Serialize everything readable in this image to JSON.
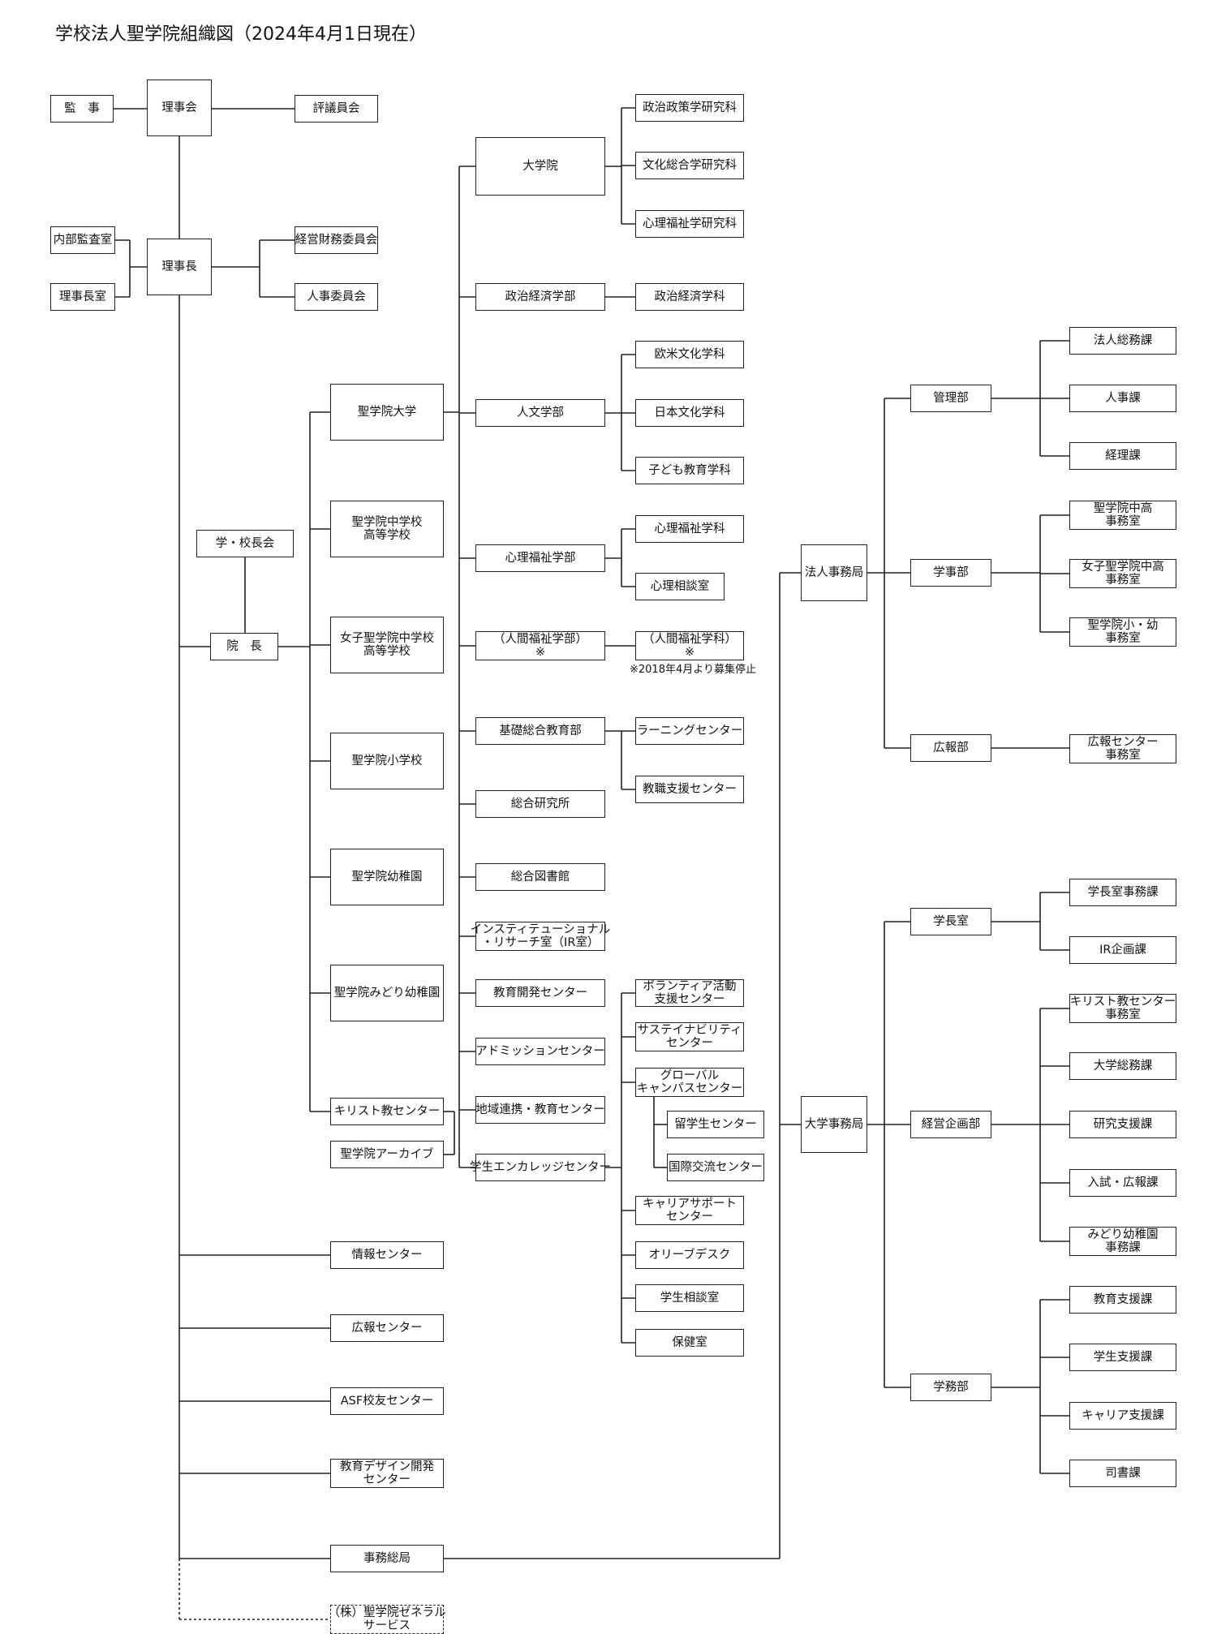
{
  "title": "学校法人聖学院組織図（2024年4月1日現在）",
  "footnote": "※2018年4月より募集停止",
  "nodes": [
    {
      "id": "kanji",
      "lines": [
        "監　事"
      ]
    },
    {
      "id": "rijikai",
      "lines": [
        "理事会"
      ]
    },
    {
      "id": "hyogiinkai",
      "lines": [
        "評議員会"
      ]
    },
    {
      "id": "naibu",
      "lines": [
        "内部監査室"
      ]
    },
    {
      "id": "rijichoshitsu",
      "lines": [
        "理事長室"
      ]
    },
    {
      "id": "rijicho",
      "lines": [
        "理事長"
      ]
    },
    {
      "id": "keiei",
      "lines": [
        "経営財務委員会"
      ]
    },
    {
      "id": "jinji_iinkai",
      "lines": [
        "人事委員会"
      ]
    },
    {
      "id": "gakkochokai",
      "lines": [
        "学・校長会"
      ]
    },
    {
      "id": "incho",
      "lines": [
        "院　長"
      ]
    },
    {
      "id": "univ",
      "lines": [
        "聖学院大学"
      ]
    },
    {
      "id": "chuko",
      "lines": [
        "聖学院中学校",
        "高等学校"
      ]
    },
    {
      "id": "joshi",
      "lines": [
        "女子聖学院中学校",
        "高等学校"
      ]
    },
    {
      "id": "sho",
      "lines": [
        "聖学院小学校"
      ]
    },
    {
      "id": "yochien",
      "lines": [
        "聖学院幼稚園"
      ]
    },
    {
      "id": "midori",
      "lines": [
        "聖学院みどり幼稚園"
      ]
    },
    {
      "id": "kirisuto",
      "lines": [
        "キリスト教センター"
      ]
    },
    {
      "id": "archive",
      "lines": [
        "聖学院アーカイブ"
      ]
    },
    {
      "id": "joho",
      "lines": [
        "情報センター"
      ]
    },
    {
      "id": "koho_c",
      "lines": [
        "広報センター"
      ]
    },
    {
      "id": "asf",
      "lines": [
        "ASF校友センター"
      ]
    },
    {
      "id": "design",
      "lines": [
        "教育デザイン開発",
        "センター"
      ]
    },
    {
      "id": "jimusokyoku",
      "lines": [
        "事務総局"
      ]
    },
    {
      "id": "general",
      "lines": [
        "（株）聖学院ゼネラル",
        "サービス"
      ]
    },
    {
      "id": "daigakuin",
      "lines": [
        "大学院"
      ]
    },
    {
      "id": "seikei",
      "lines": [
        "政治経済学部"
      ]
    },
    {
      "id": "jinbun",
      "lines": [
        "人文学部"
      ]
    },
    {
      "id": "shinri",
      "lines": [
        "心理福祉学部"
      ]
    },
    {
      "id": "ningen",
      "lines": [
        "（人間福祉学部）",
        "※"
      ]
    },
    {
      "id": "kiso",
      "lines": [
        "基礎総合教育部"
      ]
    },
    {
      "id": "sogoken",
      "lines": [
        "総合研究所"
      ]
    },
    {
      "id": "tosho",
      "lines": [
        "総合図書館"
      ]
    },
    {
      "id": "ir",
      "lines": [
        "インスティテューショナル",
        "・リサーチ室（IR室）"
      ]
    },
    {
      "id": "kyoiku_kaihatsu",
      "lines": [
        "教育開発センター"
      ]
    },
    {
      "id": "admission",
      "lines": [
        "アドミッションセンター"
      ]
    },
    {
      "id": "chiiki",
      "lines": [
        "地域連携・教育センター"
      ]
    },
    {
      "id": "engage",
      "lines": [
        "学生エンカレッジセンター"
      ]
    },
    {
      "id": "seiji_kenkyu",
      "lines": [
        "政治政策学研究科"
      ]
    },
    {
      "id": "bunka_kenkyu",
      "lines": [
        "文化総合学研究科"
      ]
    },
    {
      "id": "shinri_kenkyu",
      "lines": [
        "心理福祉学研究科"
      ]
    },
    {
      "id": "seikei_ka",
      "lines": [
        "政治経済学科"
      ]
    },
    {
      "id": "obei",
      "lines": [
        "欧米文化学科"
      ]
    },
    {
      "id": "nihon",
      "lines": [
        "日本文化学科"
      ]
    },
    {
      "id": "kodomo",
      "lines": [
        "子ども教育学科"
      ]
    },
    {
      "id": "shinri_ka",
      "lines": [
        "心理福祉学科"
      ]
    },
    {
      "id": "sodan",
      "lines": [
        "心理相談室"
      ]
    },
    {
      "id": "ningen_ka",
      "lines": [
        "（人間福祉学科）",
        "※"
      ]
    },
    {
      "id": "learning",
      "lines": [
        "ラーニングセンター"
      ]
    },
    {
      "id": "kyoshoku",
      "lines": [
        "教職支援センター"
      ]
    },
    {
      "id": "volunteer",
      "lines": [
        "ボランティア活動",
        "支援センター"
      ]
    },
    {
      "id": "sustain",
      "lines": [
        "サステイナビリティ",
        "センター"
      ]
    },
    {
      "id": "global",
      "lines": [
        "グローバル",
        "キャンパスセンター"
      ]
    },
    {
      "id": "ryugaku",
      "lines": [
        "留学生センター"
      ]
    },
    {
      "id": "kokusai",
      "lines": [
        "国際交流センター"
      ]
    },
    {
      "id": "career_s",
      "lines": [
        "キャリアサポート",
        "センター"
      ]
    },
    {
      "id": "olive",
      "lines": [
        "オリーブデスク"
      ]
    },
    {
      "id": "gakusei_sodan",
      "lines": [
        "学生相談室"
      ]
    },
    {
      "id": "hoken",
      "lines": [
        "保健室"
      ]
    },
    {
      "id": "hojin",
      "lines": [
        "法人事務局"
      ]
    },
    {
      "id": "daigaku_jim",
      "lines": [
        "大学事務局"
      ]
    },
    {
      "id": "kanri",
      "lines": [
        "管理部"
      ]
    },
    {
      "id": "gakuji",
      "lines": [
        "学事部"
      ]
    },
    {
      "id": "kohobu",
      "lines": [
        "広報部"
      ]
    },
    {
      "id": "somu",
      "lines": [
        "法人総務課"
      ]
    },
    {
      "id": "jinjika",
      "lines": [
        "人事課"
      ]
    },
    {
      "id": "keiri",
      "lines": [
        "経理課"
      ]
    },
    {
      "id": "chuko_jim",
      "lines": [
        "聖学院中高",
        "事務室"
      ]
    },
    {
      "id": "joshi_jim",
      "lines": [
        "女子聖学院中高",
        "事務室"
      ]
    },
    {
      "id": "shoyo_jim",
      "lines": [
        "聖学院小・幼",
        "事務室"
      ]
    },
    {
      "id": "koho_jim",
      "lines": [
        "広報センター",
        "事務室"
      ]
    },
    {
      "id": "gakucho",
      "lines": [
        "学長室"
      ]
    },
    {
      "id": "keieikikaku",
      "lines": [
        "経営企画部"
      ]
    },
    {
      "id": "gakumu",
      "lines": [
        "学務部"
      ]
    },
    {
      "id": "gakucho_jim",
      "lines": [
        "学長室事務課"
      ]
    },
    {
      "id": "irkikaku",
      "lines": [
        "IR企画課"
      ]
    },
    {
      "id": "kirisuto_jim",
      "lines": [
        "キリスト教センター",
        "事務室"
      ]
    },
    {
      "id": "daigaku_somu",
      "lines": [
        "大学総務課"
      ]
    },
    {
      "id": "kenkyu_shien",
      "lines": [
        "研究支援課"
      ]
    },
    {
      "id": "nyushi",
      "lines": [
        "入試・広報課"
      ]
    },
    {
      "id": "midori_jim",
      "lines": [
        "みどり幼稚園",
        "事務課"
      ]
    },
    {
      "id": "kyoiku_shien",
      "lines": [
        "教育支援課"
      ]
    },
    {
      "id": "gakusei_shien",
      "lines": [
        "学生支援課"
      ]
    },
    {
      "id": "career_shien",
      "lines": [
        "キャリア支援課"
      ]
    },
    {
      "id": "shisho",
      "lines": [
        "司書課"
      ]
    }
  ]
}
